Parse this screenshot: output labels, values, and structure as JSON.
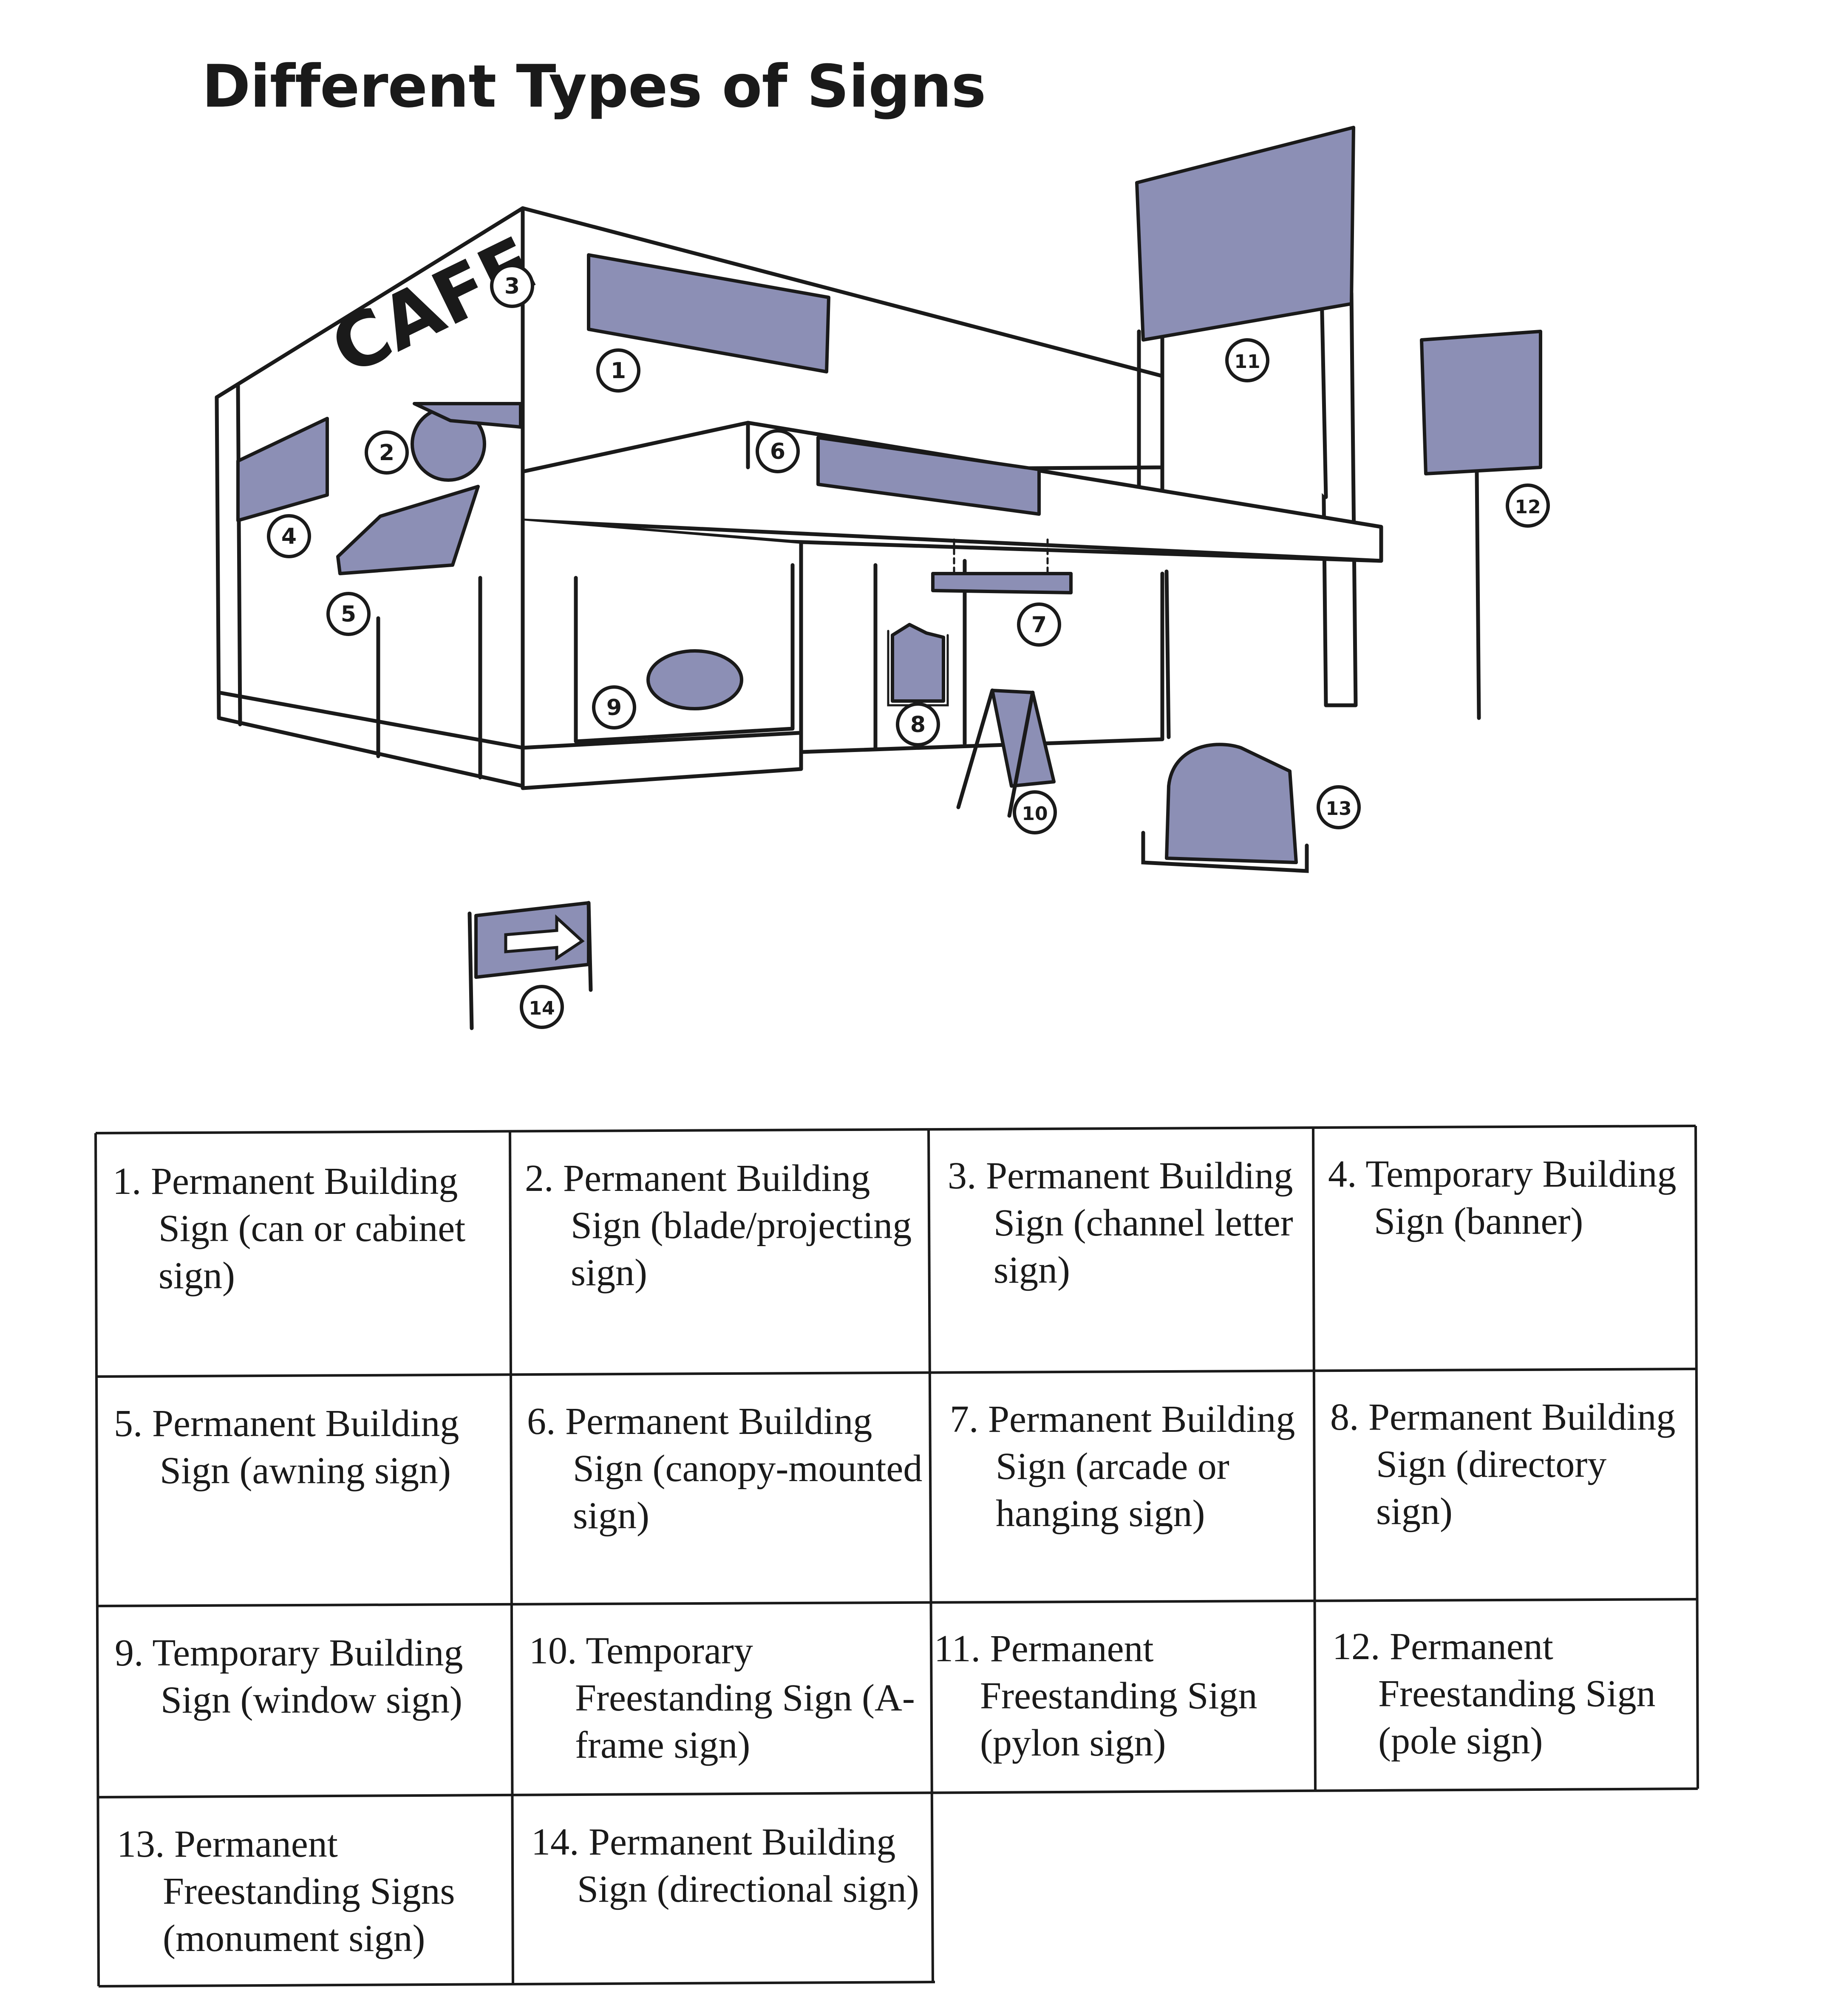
{
  "title": "Different Types of Signs",
  "illustration": {
    "storefront_text": "CAFE",
    "sign_fill": "#8c8fb5",
    "line_color": "#1a1a1a",
    "callouts": [
      "1",
      "2",
      "3",
      "4",
      "5",
      "6",
      "7",
      "8",
      "9",
      "10",
      "11",
      "12",
      "13",
      "14"
    ]
  },
  "legend": {
    "items": [
      "1. Permanent Building Sign (can or cabinet sign)",
      "2. Permanent Building Sign (blade/projecting sign)",
      "3. Permanent Building Sign (channel letter sign)",
      "4. Temporary Building Sign (banner)",
      "5. Permanent Building Sign (awning sign)",
      "6. Permanent Building Sign (canopy-mounted sign)",
      "7. Permanent Building Sign (arcade or hanging sign)",
      "8. Permanent Building Sign (directory sign)",
      "9. Temporary Building Sign (window sign)",
      "10. Temporary Freestanding Sign (A-frame sign)",
      "11. Permanent Freestanding Sign (pylon sign)",
      "12. Permanent Freestanding Sign (pole sign)",
      "13. Permanent Freestanding Signs (monument sign)",
      "14. Permanent Building Sign (directional sign)"
    ]
  }
}
